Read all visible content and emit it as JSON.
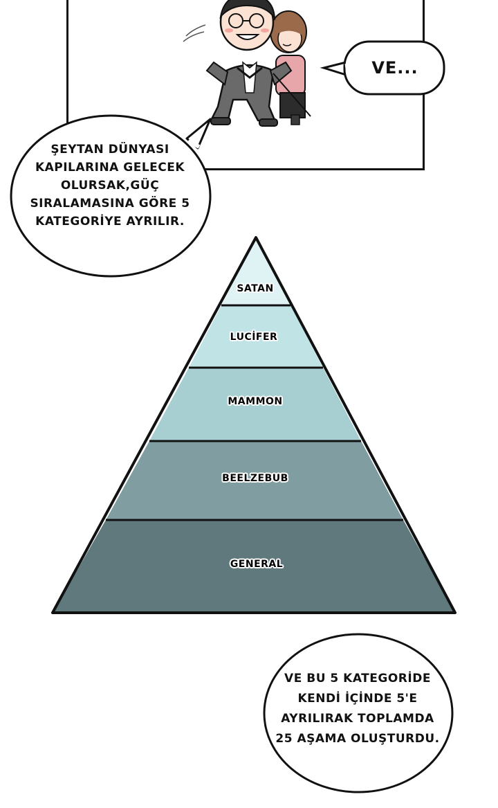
{
  "bubbles": {
    "top_right": "VE...",
    "left": "ŞEYTAN DÜNYASI KAPILARINA GELECEK OLURSAK,GÜÇ SIRALAMASINA GÖRE 5 KATEGORİYE AYRILIR.",
    "bottom_right": "VE BU 5 KATEGORİDE KENDİ İÇİNDE 5'E AYRILIRAK TOPLAMDA 25 AŞAMA OLUŞTURDU."
  },
  "pyramid": {
    "tiers": [
      {
        "label": "SATAN",
        "color": "#dff2f4"
      },
      {
        "label": "LUCİFER",
        "color": "#c0e3e6"
      },
      {
        "label": "MAMMON",
        "color": "#a7cfd2"
      },
      {
        "label": "BEELZEBUB",
        "color": "#809ea1"
      },
      {
        "label": "GENERAL",
        "color": "#5f797c"
      }
    ]
  },
  "colors": {
    "outline": "#111111",
    "hair": "#2b2b2b",
    "girl_hair": "#9a6a4a",
    "girl_top": "#e7a6a9",
    "suit": "#6a6a6a"
  }
}
